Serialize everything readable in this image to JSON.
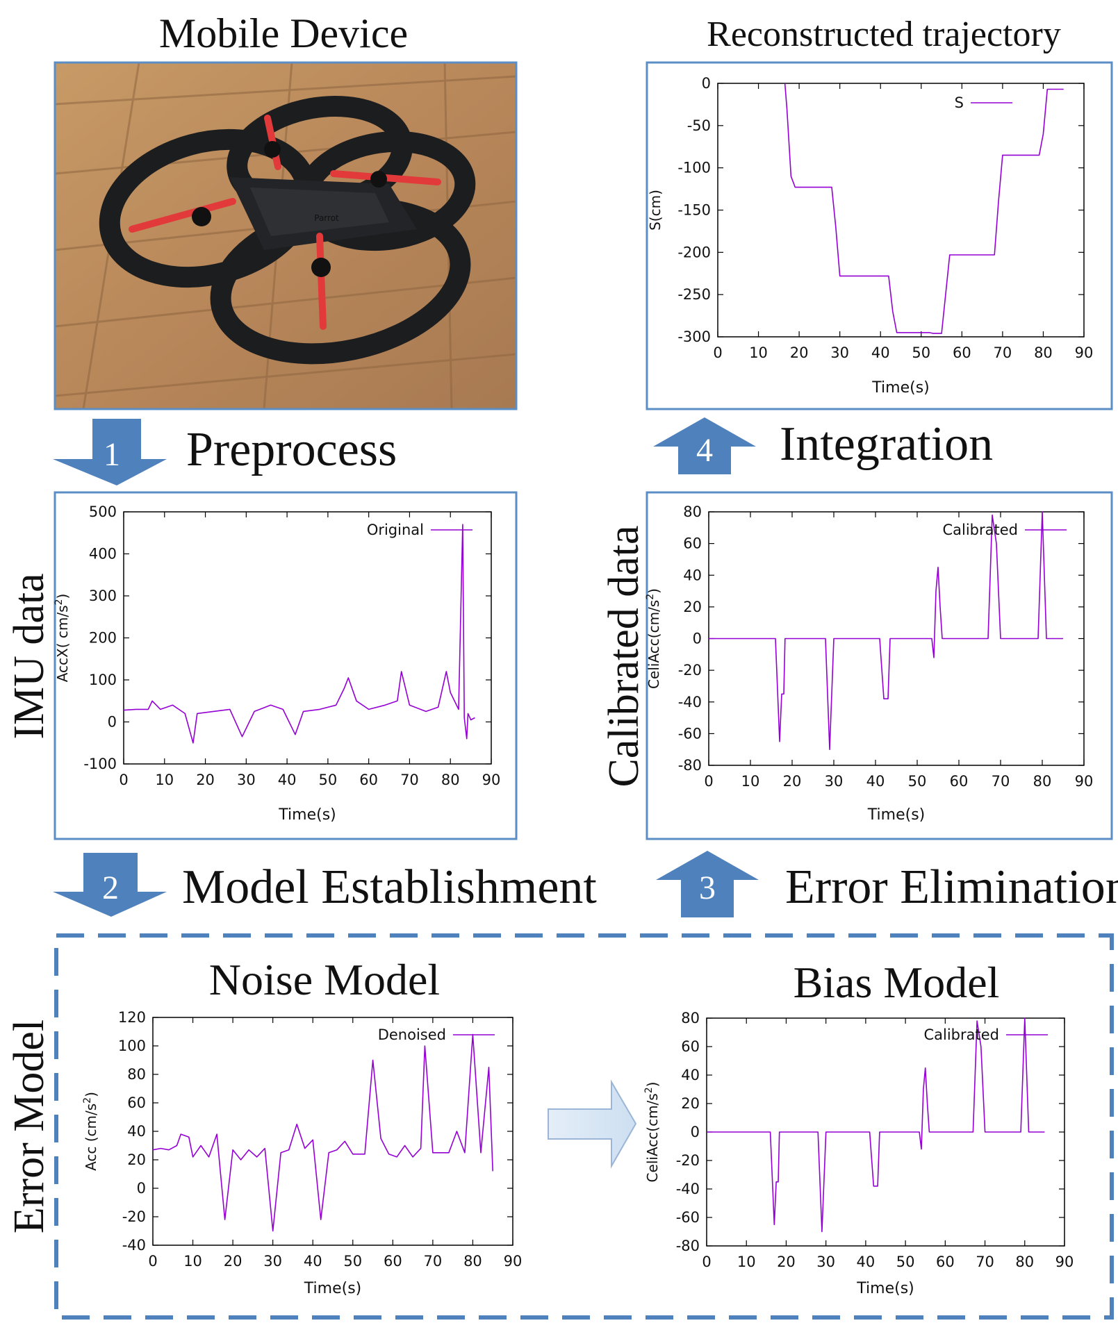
{
  "headings": {
    "mobile_device": "Mobile Device",
    "reconstructed": "Reconstructed trajectory",
    "imu_data": "IMU data",
    "calibrated_data": "Calibrated data",
    "error_model": "Error Model",
    "noise_model": "Noise Model",
    "bias_model": "Bias Model"
  },
  "steps": [
    {
      "number": "1",
      "label": "Preprocess",
      "direction": "down"
    },
    {
      "number": "2",
      "label": "Model Establishment",
      "direction": "down"
    },
    {
      "number": "3",
      "label": "Error Elimination",
      "direction": "up"
    },
    {
      "number": "4",
      "label": "Integration",
      "direction": "up"
    }
  ],
  "photo": {
    "subject": "quadcopter drone on wooden floor",
    "logo_text": "Parrot"
  },
  "colors": {
    "frame": "#5b8ec4",
    "arrow": "#4f81bd",
    "light_arrow_fill": "#dae8f5",
    "light_arrow_stroke": "#9ab5d6",
    "series": "#9400d3"
  },
  "chart_data": [
    {
      "id": "trajectory",
      "type": "line",
      "xlabel": "Time(s)",
      "ylabel": "S(cm)",
      "xlim": [
        0,
        90
      ],
      "ylim": [
        -300,
        0
      ],
      "xticks": [
        0,
        10,
        20,
        30,
        40,
        50,
        60,
        70,
        80,
        90
      ],
      "yticks": [
        0,
        -50,
        -100,
        -150,
        -200,
        -250,
        -300
      ],
      "legend_position": "top-right",
      "grid": false,
      "series": [
        {
          "name": "S",
          "x": [
            16.5,
            17,
            18,
            19,
            28,
            29,
            30,
            42,
            43,
            44,
            52,
            53,
            55,
            56,
            57,
            68,
            69,
            70,
            79,
            80,
            81,
            85
          ],
          "y": [
            0,
            -30,
            -110,
            -123,
            -123,
            -170,
            -228,
            -228,
            -270,
            -295,
            -295,
            -296,
            -296,
            -250,
            -203,
            -203,
            -140,
            -85,
            -85,
            -60,
            -7,
            -7
          ]
        }
      ]
    },
    {
      "id": "imu",
      "type": "line",
      "xlabel": "Time(s)",
      "ylabel": "AccX( cm/s2)",
      "xlim": [
        0,
        90
      ],
      "ylim": [
        -100,
        500
      ],
      "xticks": [
        0,
        10,
        20,
        30,
        40,
        50,
        60,
        70,
        80,
        90
      ],
      "yticks": [
        500,
        400,
        300,
        200,
        100,
        0,
        -100
      ],
      "legend_position": "top-right",
      "grid": false,
      "series": [
        {
          "name": "Original",
          "x": [
            0,
            3,
            6,
            7,
            9,
            12,
            15,
            17,
            18,
            22,
            26,
            29,
            32,
            36,
            39,
            42,
            44,
            48,
            52,
            54,
            55,
            57,
            60,
            64,
            67,
            68,
            70,
            74,
            77,
            79,
            80,
            82,
            83,
            83.4,
            84,
            84.3,
            85,
            86
          ],
          "y": [
            28,
            30,
            30,
            50,
            30,
            40,
            20,
            -50,
            20,
            25,
            30,
            -35,
            25,
            40,
            30,
            -30,
            25,
            30,
            40,
            80,
            105,
            50,
            30,
            40,
            50,
            120,
            40,
            25,
            35,
            120,
            70,
            30,
            470,
            10,
            -40,
            20,
            5,
            10
          ]
        }
      ]
    },
    {
      "id": "calibrated_top",
      "type": "line",
      "xlabel": "Time(s)",
      "ylabel": "CeliAcc(cm/s2)",
      "xlim": [
        0,
        90
      ],
      "ylim": [
        -80,
        80
      ],
      "xticks": [
        0,
        10,
        20,
        30,
        40,
        50,
        60,
        70,
        80,
        90
      ],
      "yticks": [
        80,
        60,
        40,
        20,
        0,
        -20,
        -40,
        -60,
        -80
      ],
      "legend_position": "top-right",
      "grid": false,
      "series": [
        {
          "name": "Calibrated",
          "x": [
            0,
            16,
            17,
            17.5,
            18,
            18.3,
            28,
            29,
            30,
            41,
            42,
            42.3,
            43,
            43.5,
            53.5,
            54,
            54.5,
            55,
            55.5,
            56,
            67,
            68,
            69,
            70,
            79,
            80,
            81,
            85
          ],
          "y": [
            0,
            0,
            -65,
            -35,
            -35,
            0,
            0,
            -70,
            0,
            0,
            -38,
            -38,
            -38,
            0,
            0,
            -12,
            30,
            45,
            20,
            0,
            0,
            78,
            60,
            0,
            0,
            80,
            0,
            0
          ]
        }
      ]
    },
    {
      "id": "noise",
      "type": "line",
      "xlabel": "Time(s)",
      "ylabel": "Acc (cm/s2)",
      "xlim": [
        0,
        90
      ],
      "ylim": [
        -40,
        120
      ],
      "xticks": [
        0,
        10,
        20,
        30,
        40,
        50,
        60,
        70,
        80,
        90
      ],
      "yticks": [
        120,
        100,
        80,
        60,
        40,
        20,
        0,
        -20,
        -40
      ],
      "legend_position": "top-right",
      "grid": false,
      "series": [
        {
          "name": "Denoised",
          "x": [
            0,
            2,
            4,
            6,
            7,
            9,
            10,
            12,
            14,
            16,
            18,
            20,
            22,
            24,
            26,
            28,
            30,
            32,
            34,
            36,
            38,
            40,
            42,
            44,
            46,
            48,
            50,
            52,
            53,
            55,
            57,
            59,
            61,
            63,
            65,
            67,
            68,
            70,
            72,
            74,
            76,
            78,
            80,
            82,
            84,
            85
          ],
          "y": [
            27,
            28,
            27,
            30,
            38,
            36,
            22,
            30,
            22,
            38,
            -22,
            27,
            20,
            27,
            22,
            28,
            -30,
            25,
            27,
            45,
            28,
            34,
            -22,
            25,
            27,
            33,
            24,
            24,
            24,
            90,
            35,
            24,
            22,
            30,
            22,
            28,
            100,
            25,
            25,
            25,
            40,
            25,
            108,
            25,
            85,
            12
          ]
        }
      ]
    },
    {
      "id": "bias",
      "type": "line",
      "xlabel": "Time(s)",
      "ylabel": "CeliAcc(cm/s2)",
      "xlim": [
        0,
        90
      ],
      "ylim": [
        -80,
        80
      ],
      "xticks": [
        0,
        10,
        20,
        30,
        40,
        50,
        60,
        70,
        80,
        90
      ],
      "yticks": [
        80,
        60,
        40,
        20,
        0,
        -20,
        -40,
        -60,
        -80
      ],
      "legend_position": "top-right",
      "grid": false,
      "series": [
        {
          "name": "Calibrated",
          "x": [
            0,
            16,
            17,
            17.5,
            18,
            18.3,
            28,
            29,
            30,
            41,
            42,
            42.3,
            43,
            43.5,
            53.5,
            54,
            54.5,
            55,
            55.5,
            56,
            67,
            68,
            69,
            70,
            79,
            80,
            81,
            85
          ],
          "y": [
            0,
            0,
            -65,
            -35,
            -35,
            0,
            0,
            -70,
            0,
            0,
            -38,
            -38,
            -38,
            0,
            0,
            -12,
            30,
            45,
            20,
            0,
            0,
            78,
            60,
            0,
            0,
            80,
            0,
            0
          ]
        }
      ]
    }
  ]
}
